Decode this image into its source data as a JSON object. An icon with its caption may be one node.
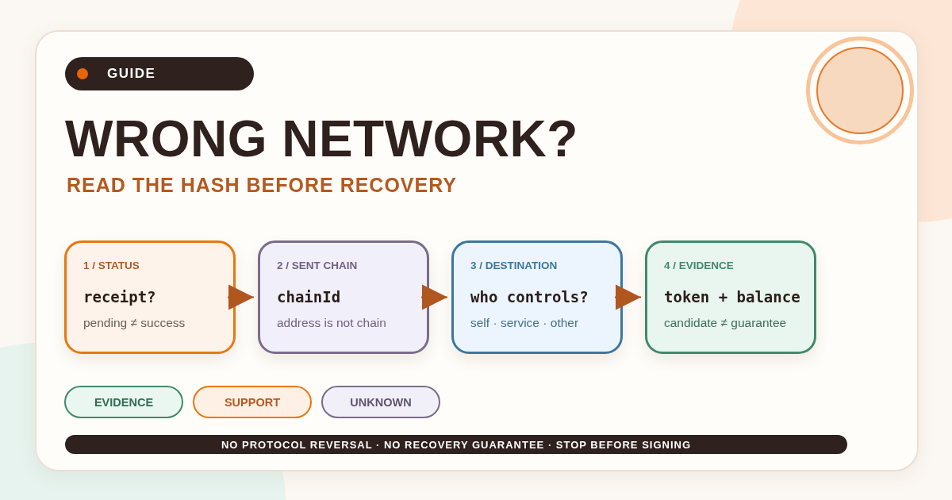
{
  "diagram": {
    "title": "WRONG NETWORK?",
    "nodes": [
      {
        "text": [
          "GUIDE"
        ]
      },
      {
        "text": [
          "1 / STATUS",
          "receipt?",
          "pending ≠ success"
        ]
      },
      {
        "text": [
          "2 / SENT CHAIN",
          "chainId",
          "address is not chain"
        ]
      },
      {
        "text": [
          "3 / DESTINATION",
          "who controls?",
          "self · service · other"
        ]
      },
      {
        "text": [
          "4 / EVIDENCE",
          "token + balance",
          "candidate ≠ guarantee"
        ]
      },
      {
        "text": [
          "EVIDENCE"
        ]
      },
      {
        "text": [
          "SUPPORT"
        ]
      },
      {
        "text": [
          "UNKNOWN"
        ]
      },
      {
        "text": [
          "NO PROTOCOL REVERSAL · NO RECOVERY GUARANTEE · STOP BEFORE SIGNING"
        ]
      }
    ],
    "edges": [
      {
        "from": 1,
        "to": 2,
        "arrow": "to"
      },
      {
        "from": 2,
        "to": 3,
        "arrow": "to"
      },
      {
        "from": 3,
        "to": 4,
        "arrow": "to"
      }
    ],
    "labels": [
      "READ THE HASH BEFORE RECOVERY"
    ]
  }
}
